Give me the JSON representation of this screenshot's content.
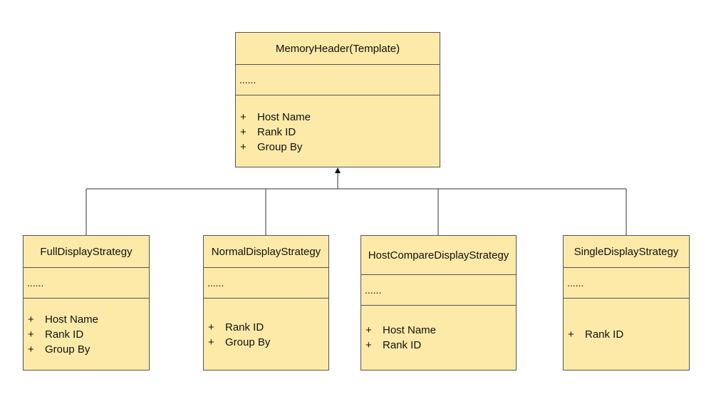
{
  "diagram": {
    "parent": {
      "name": "MemoryHeader(Template)",
      "attributes": "......",
      "operations": [
        {
          "visibility": "+",
          "label": "Host Name"
        },
        {
          "visibility": "+",
          "label": "Rank ID"
        },
        {
          "visibility": "+",
          "label": "Group By"
        }
      ]
    },
    "children": [
      {
        "name": "FullDisplayStrategy",
        "attributes": "......",
        "operations": [
          {
            "visibility": "+",
            "label": "Host Name"
          },
          {
            "visibility": "+",
            "label": "Rank ID"
          },
          {
            "visibility": "+",
            "label": "Group By"
          }
        ]
      },
      {
        "name": "NormalDisplayStrategy",
        "attributes": "......",
        "operations": [
          {
            "visibility": "+",
            "label": "Rank ID"
          },
          {
            "visibility": "+",
            "label": "Group By"
          }
        ]
      },
      {
        "name": "HostCompareDisplayStrategy",
        "attributes": "......",
        "operations": [
          {
            "visibility": "+",
            "label": "Host Name"
          },
          {
            "visibility": "+",
            "label": "Rank ID"
          }
        ]
      },
      {
        "name": "SingleDisplayStrategy",
        "attributes": "......",
        "operations": [
          {
            "visibility": "+",
            "label": "Rank ID"
          }
        ]
      }
    ],
    "relationship": "inheritance",
    "colors": {
      "class_fill": "#fdeaa8",
      "class_border": "#555555",
      "connector": "#333333"
    }
  }
}
